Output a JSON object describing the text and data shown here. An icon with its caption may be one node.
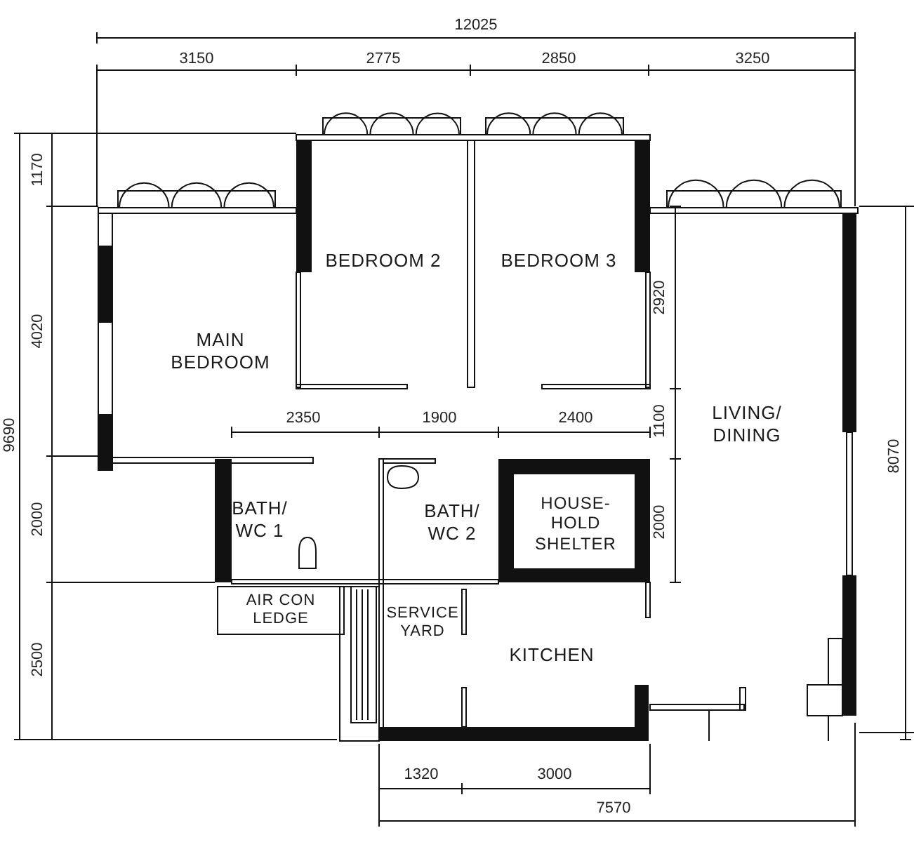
{
  "diagram": {
    "nodes": [
      {
        "text": [
          "BEDROOM 2"
        ]
      },
      {
        "text": [
          "BEDROOM 3"
        ]
      },
      {
        "text": [
          "MAIN BEDROOM"
        ]
      },
      {
        "text": [
          "LIVING/ DINING"
        ]
      },
      {
        "text": [
          "BATH/ WC 1"
        ]
      },
      {
        "text": [
          "BATH/ WC 2"
        ]
      },
      {
        "text": [
          "HOUSE- HOLD SHELTER"
        ]
      },
      {
        "text": [
          "AIR CON LEDGE"
        ]
      },
      {
        "text": [
          "SERVICE YARD"
        ]
      },
      {
        "text": [
          "KITCHEN"
        ]
      }
    ],
    "labels": [
      "12025",
      "3150",
      "2775",
      "2850",
      "3250",
      "1170",
      "9690",
      "4020",
      "2920",
      "8070",
      "1100",
      "2350",
      "1900",
      "2400",
      "2000",
      "2000",
      "2500",
      "1320",
      "3000",
      "7570"
    ]
  }
}
